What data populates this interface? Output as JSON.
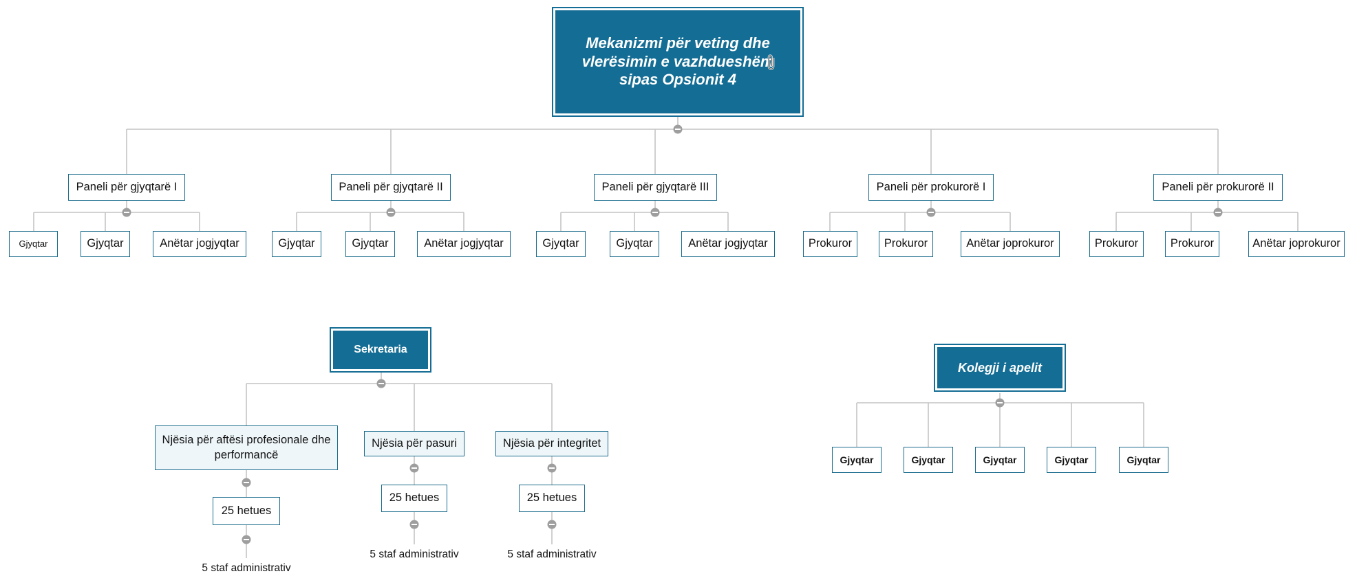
{
  "root": {
    "title": "Mekanizmi për veting dhe vlerësimin e vazhdueshëm sipas Opsionit 4",
    "attachment_icon": "paperclip-icon"
  },
  "panels": [
    {
      "label": "Paneli për gjyqtarë I",
      "members": [
        "Gjyqtar",
        "Gjyqtar",
        "Anëtar jogjyqtar"
      ]
    },
    {
      "label": "Paneli për gjyqtarë II",
      "members": [
        "Gjyqtar",
        "Gjyqtar",
        "Anëtar jogjyqtar"
      ]
    },
    {
      "label": "Paneli për gjyqtarë III",
      "members": [
        "Gjyqtar",
        "Gjyqtar",
        "Anëtar jogjyqtar"
      ]
    },
    {
      "label": "Paneli për prokurorë I",
      "members": [
        "Prokuror",
        "Prokuror",
        "Anëtar joprokuror"
      ]
    },
    {
      "label": "Paneli për prokurorë II",
      "members": [
        "Prokuror",
        "Prokuror",
        "Anëtar joprokuror"
      ]
    }
  ],
  "secretariat": {
    "title": "Sekretaria",
    "units": [
      {
        "label": "Njësia për aftësi profesionale dhe performancë",
        "investigators": "25 hetues",
        "staff": "5 staf administrativ"
      },
      {
        "label": "Njësia për pasuri",
        "investigators": "25 hetues",
        "staff": "5 staf administrativ"
      },
      {
        "label": "Njësia për integritet",
        "investigators": "25 hetues",
        "staff": "5 staf administrativ"
      }
    ]
  },
  "appeals": {
    "title": "Kolegji i apelit",
    "members": [
      "Gjyqtar",
      "Gjyqtar",
      "Gjyqtar",
      "Gjyqtar",
      "Gjyqtar"
    ]
  },
  "colors": {
    "node": "#136d94",
    "border": "#1a6b8c",
    "line": "#bdbdbd",
    "toggle": "#9e9e9e"
  }
}
